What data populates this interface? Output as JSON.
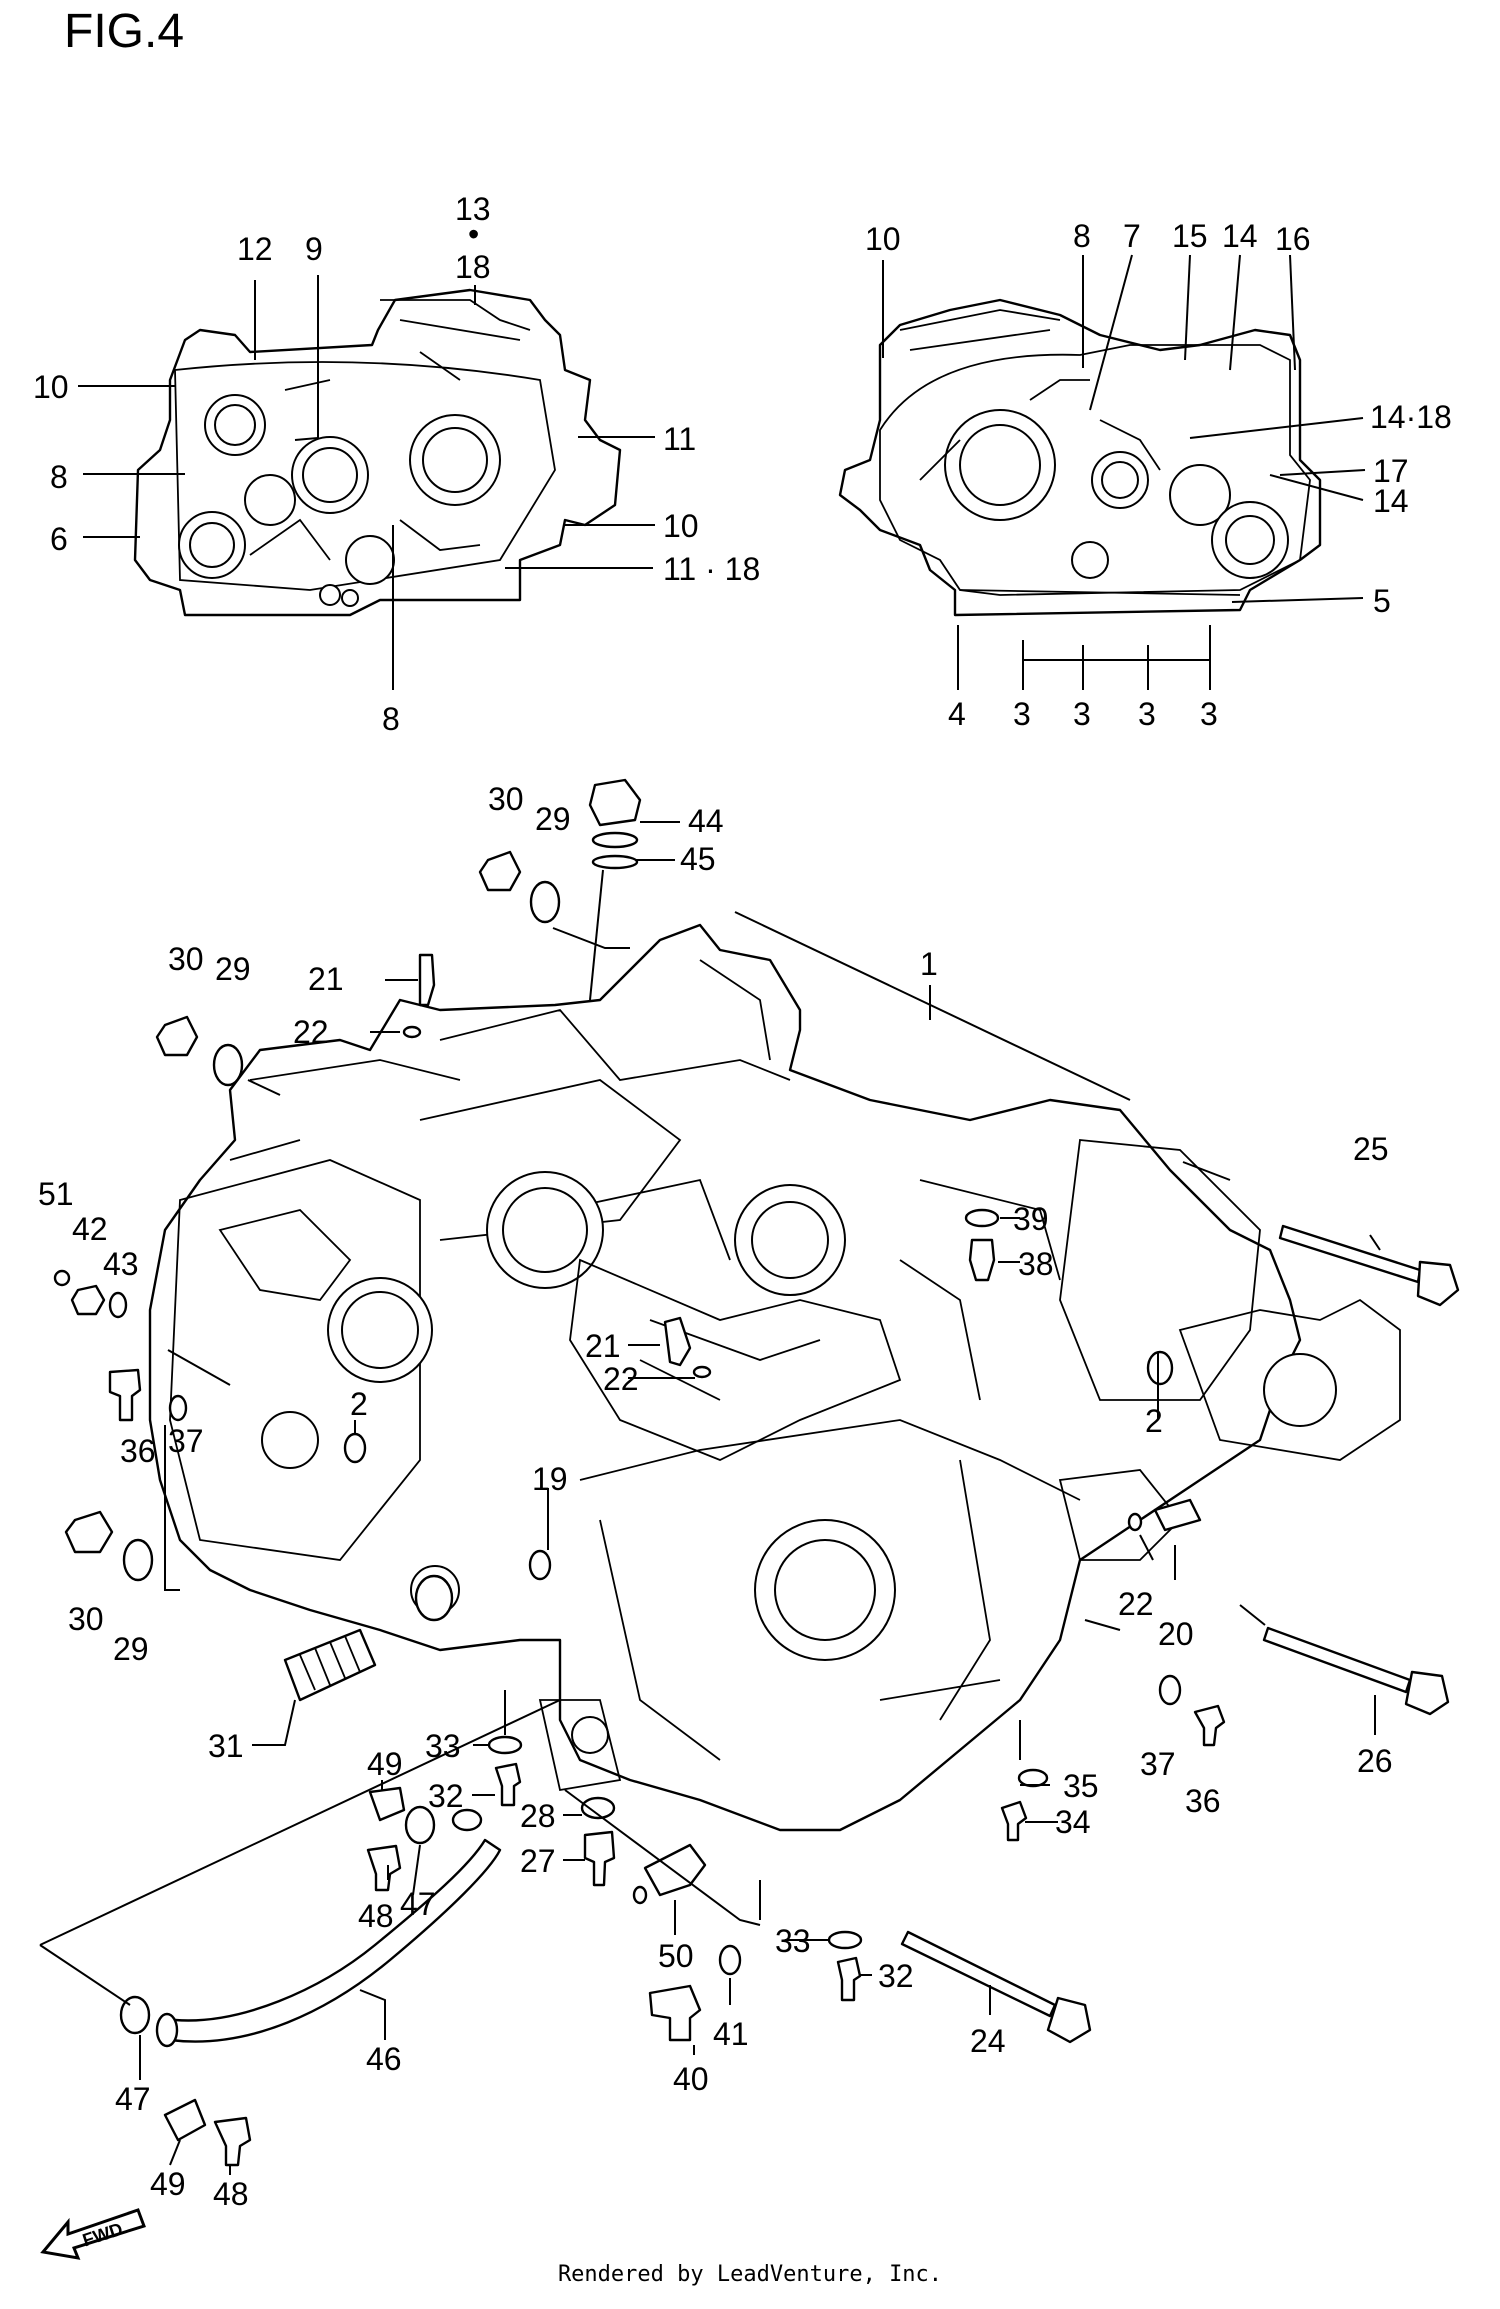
{
  "figure": {
    "title": "FIG.4",
    "footer": "Rendered by LeadVenture, Inc.",
    "fwd_label": "FWD"
  },
  "callouts": {
    "c13": "13",
    "c18a": "18",
    "c12": "12",
    "c9": "9",
    "c10a": "10",
    "c11a": "11",
    "c8a": "8",
    "c10b": "10",
    "c6": "6",
    "c11_18": "11 · 18",
    "c8b": "8",
    "c10c": "10",
    "c8c": "8",
    "c7": "7",
    "c15": "15",
    "c14a": "14",
    "c16": "16",
    "c14_18": "14·18",
    "c17": "17",
    "c14b": "14",
    "c5": "5",
    "c4": "4",
    "c3a": "3",
    "c3b": "3",
    "c3c": "3",
    "c3d": "3",
    "c30a": "30",
    "c29a": "29",
    "c44": "44",
    "c45": "45",
    "c30b": "30",
    "c29b": "29",
    "c21a": "21",
    "c22a": "22",
    "c1": "1",
    "c25": "25",
    "c51": "51",
    "c42": "42",
    "c43": "43",
    "c39": "39",
    "c38": "38",
    "c21b": "21",
    "c22b": "22",
    "c36a": "36",
    "c37a": "37",
    "c2a": "2",
    "c2b": "2",
    "c30c": "30",
    "c29c": "29",
    "c19": "19",
    "c22c": "22",
    "c20": "20",
    "c31": "31",
    "c26": "26",
    "c33a": "33",
    "c49a": "49",
    "c32a": "32",
    "c28": "28",
    "c27": "27",
    "c47a": "47",
    "c48a": "48",
    "c37b": "37",
    "c36b": "36",
    "c35": "35",
    "c34": "34",
    "c50": "50",
    "c33b": "33",
    "c32b": "32",
    "c46": "46",
    "c41": "41",
    "c40": "40",
    "c24": "24",
    "c47b": "47",
    "c49b": "49",
    "c48b": "48"
  }
}
